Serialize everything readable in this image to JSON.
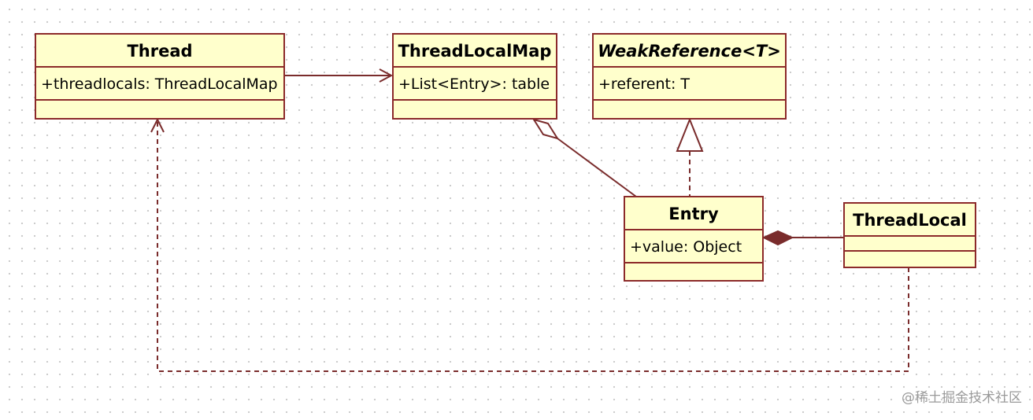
{
  "classes": {
    "thread": {
      "name": "Thread",
      "attribute": "+threadlocals: ThreadLocalMap"
    },
    "threadLocalMap": {
      "name": "ThreadLocalMap",
      "attribute": "+List<Entry>: table"
    },
    "weakReference": {
      "name": "WeakReference<T>",
      "attribute": "+referent: T"
    },
    "entry": {
      "name": "Entry",
      "attribute": "+value: Object"
    },
    "threadLocal": {
      "name": "ThreadLocal"
    }
  },
  "colors": {
    "box_fill": "#ffffcc",
    "border": "#8c2a2a",
    "line": "#7a2c2c"
  },
  "watermark": "@稀土掘金技术社区"
}
